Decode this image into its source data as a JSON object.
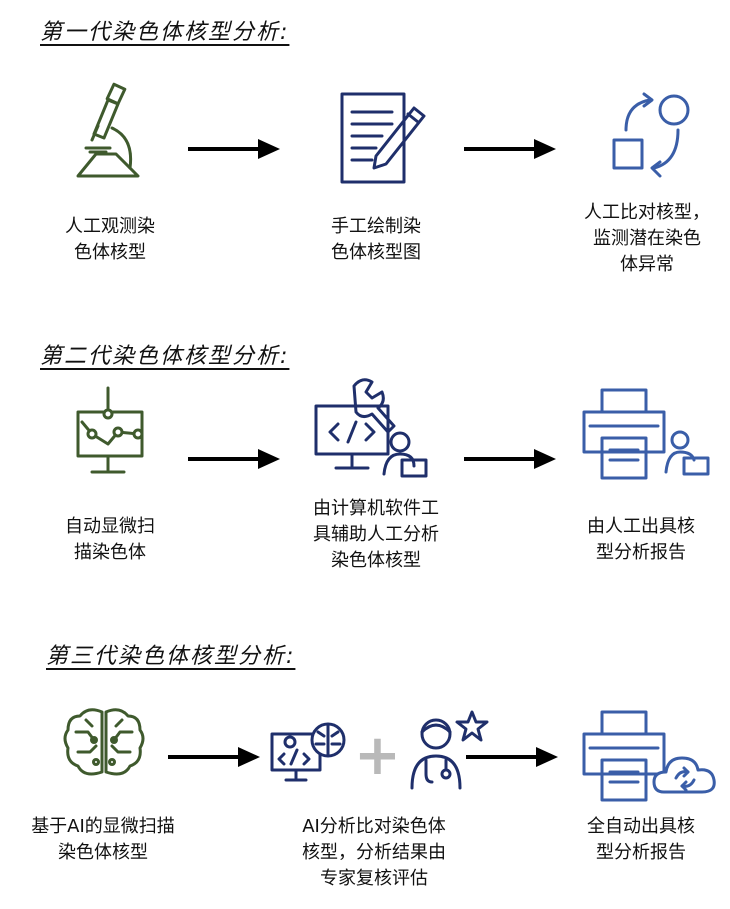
{
  "colors": {
    "green": "#3f5a2d",
    "navy": "#1f2f6b",
    "blue": "#3a5ea8",
    "arrow": "#000000",
    "plus": "#b9b9b9"
  },
  "sections": [
    {
      "title": "第一代染色体核型分析:",
      "steps": [
        {
          "icon": "microscope-icon",
          "label": "人工观测染\n色体核型"
        },
        {
          "icon": "document-pencil-icon",
          "label": "手工绘制染\n色体核型图"
        },
        {
          "icon": "compare-cycle-icon",
          "label": "人工比对核型，\n监测潜在染色\n体异常"
        }
      ]
    },
    {
      "title": "第二代染色体核型分析:",
      "steps": [
        {
          "icon": "scan-monitor-icon",
          "label": "自动显微扫\n描染色体"
        },
        {
          "icon": "code-computer-user-icon",
          "label": "由计算机软件工\n具辅助人工分析\n染色体核型"
        },
        {
          "icon": "printer-user-icon",
          "label": "由人工出具核\n型分析报告"
        }
      ]
    },
    {
      "title": "第三代染色体核型分析:",
      "steps": [
        {
          "icon": "ai-brain-icon",
          "label": "基于AI的显微扫描\n染色体核型"
        },
        {
          "icon": "ai-computer-doctor-icon",
          "label": "AI分析比对染色体\n核型，分析结果由\n专家复核评估"
        },
        {
          "icon": "printer-cloud-icon",
          "label": "全自动出具核\n型分析报告"
        }
      ]
    }
  ]
}
